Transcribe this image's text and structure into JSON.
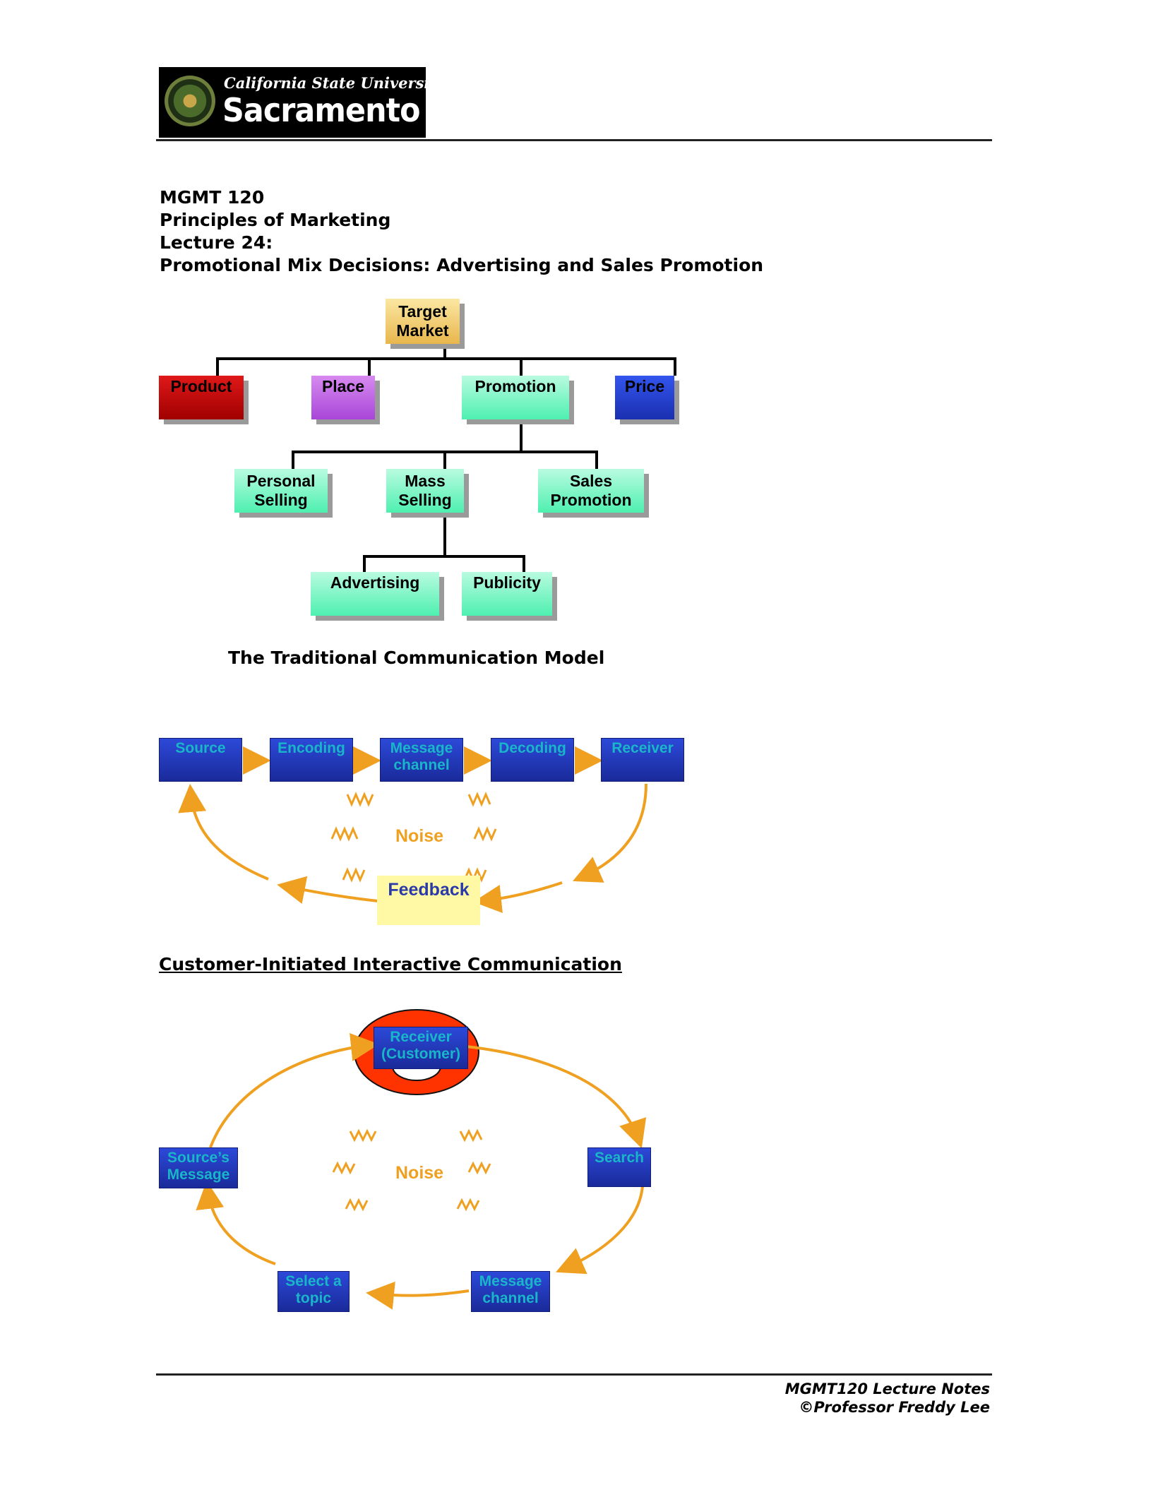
{
  "header": {
    "university_line": "California State University",
    "city_line": "Sacramento"
  },
  "titles": {
    "course": "MGMT 120",
    "course_name": "Principles of Marketing",
    "lecture": "Lecture 24:",
    "topic": "Promotional Mix Decisions: Advertising and Sales Promotion"
  },
  "org_chart": {
    "root": "Target\nMarket",
    "level1": [
      "Product",
      "Place",
      "Promotion",
      "Price"
    ],
    "promotion_children": [
      "Personal\nSelling",
      "Mass\nSelling",
      "Sales\nPromotion"
    ],
    "mass_children": [
      "Advertising",
      "Publicity"
    ]
  },
  "traditional_model": {
    "title": "The Traditional Communication Model",
    "steps": [
      "Source",
      "Encoding",
      "Message\nchannel",
      "Decoding",
      "Receiver"
    ],
    "noise_label": "Noise",
    "feedback_label": "Feedback"
  },
  "interactive_model": {
    "title": "Customer-Initiated Interactive Communication",
    "receiver": "Receiver\n(Customer)",
    "search": "Search",
    "message_channel": "Message\nchannel",
    "select_topic": "Select a\ntopic",
    "sources_message": "Source’s\nMessage",
    "noise_label": "Noise"
  },
  "footer": {
    "line1": "MGMT120 Lecture Notes",
    "line2": "©Professor Freddy Lee"
  },
  "colors": {
    "arrow": "#f0a020",
    "green_box": "#4ef0b0",
    "blue_box": "#1a2fb0",
    "receiver_ring": "#ff3300"
  }
}
